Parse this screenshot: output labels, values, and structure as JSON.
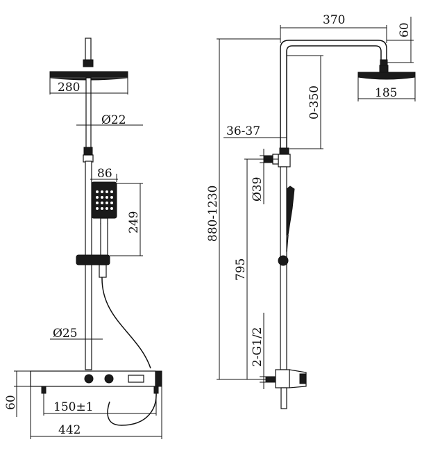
{
  "front_view": {
    "head_width": "280",
    "arm_diameter": "Ø22",
    "handset_width": "86",
    "handset_length": "249",
    "pipe_diameter": "Ø25",
    "mixer_height": "60",
    "inlet_spacing": "150±1",
    "mixer_width": "442"
  },
  "side_view": {
    "arm_reach": "370",
    "arm_rise": "60",
    "head_width": "185",
    "arm_adjust": "0-350",
    "bracket_range": "36-37",
    "holder_diameter": "Ø39",
    "overall_height": "880-1230",
    "riser_length": "795",
    "inlet_thread": "2-G1/2"
  }
}
